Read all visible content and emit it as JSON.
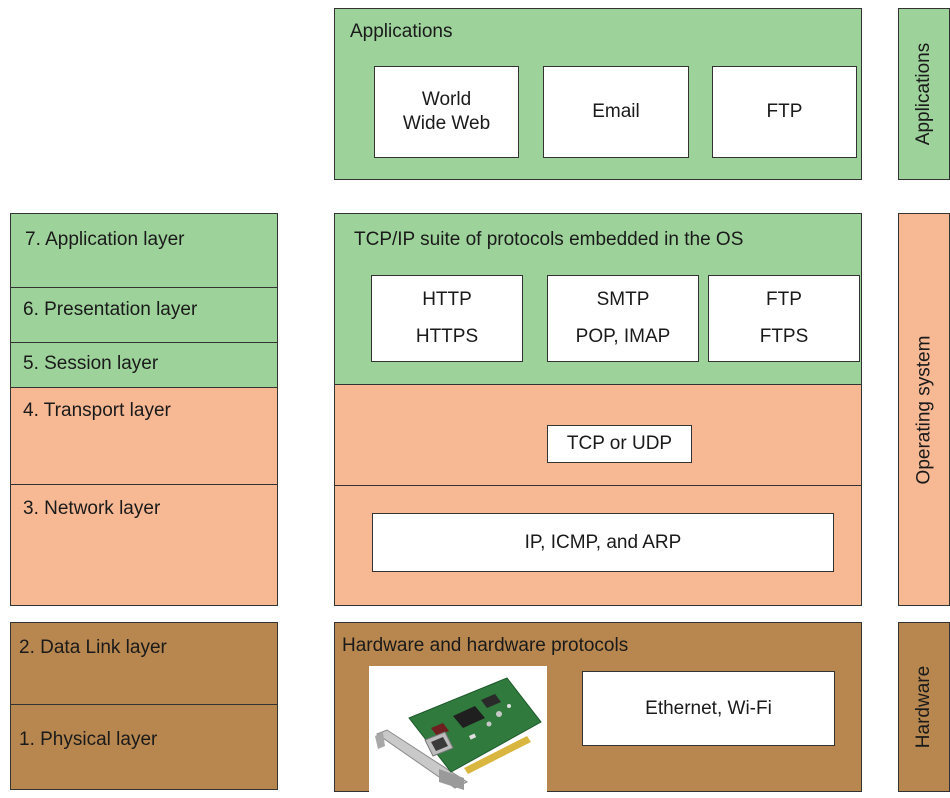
{
  "osi": {
    "layers": [
      "7. Application layer",
      "6. Presentation layer",
      "5. Session layer",
      "4. Transport layer",
      "3. Network layer",
      "2. Data Link layer",
      "1. Physical layer"
    ]
  },
  "applications": {
    "title": "Applications",
    "items": [
      {
        "line1": "World",
        "line2": "Wide Web"
      },
      {
        "line1": "Email"
      },
      {
        "line1": "FTP"
      }
    ]
  },
  "os": {
    "title": "TCP/IP suite of protocols embedded in the OS",
    "protocols": [
      {
        "line1": "HTTP",
        "line2": "HTTPS"
      },
      {
        "line1": "SMTP",
        "line2": "POP, IMAP"
      },
      {
        "line1": "FTP",
        "line2": "FTPS"
      }
    ],
    "transport": "TCP or UDP",
    "network": "IP, ICMP, and ARP"
  },
  "hardware": {
    "title": "Hardware and hardware protocols",
    "link": "Ethernet, Wi-Fi"
  },
  "side_labels": {
    "applications": "Applications",
    "os": "Operating system",
    "hardware": "Hardware"
  },
  "colors": {
    "application_tier": "#9dd29a",
    "os_tier": "#f7b894",
    "hardware_tier": "#b8874f"
  }
}
